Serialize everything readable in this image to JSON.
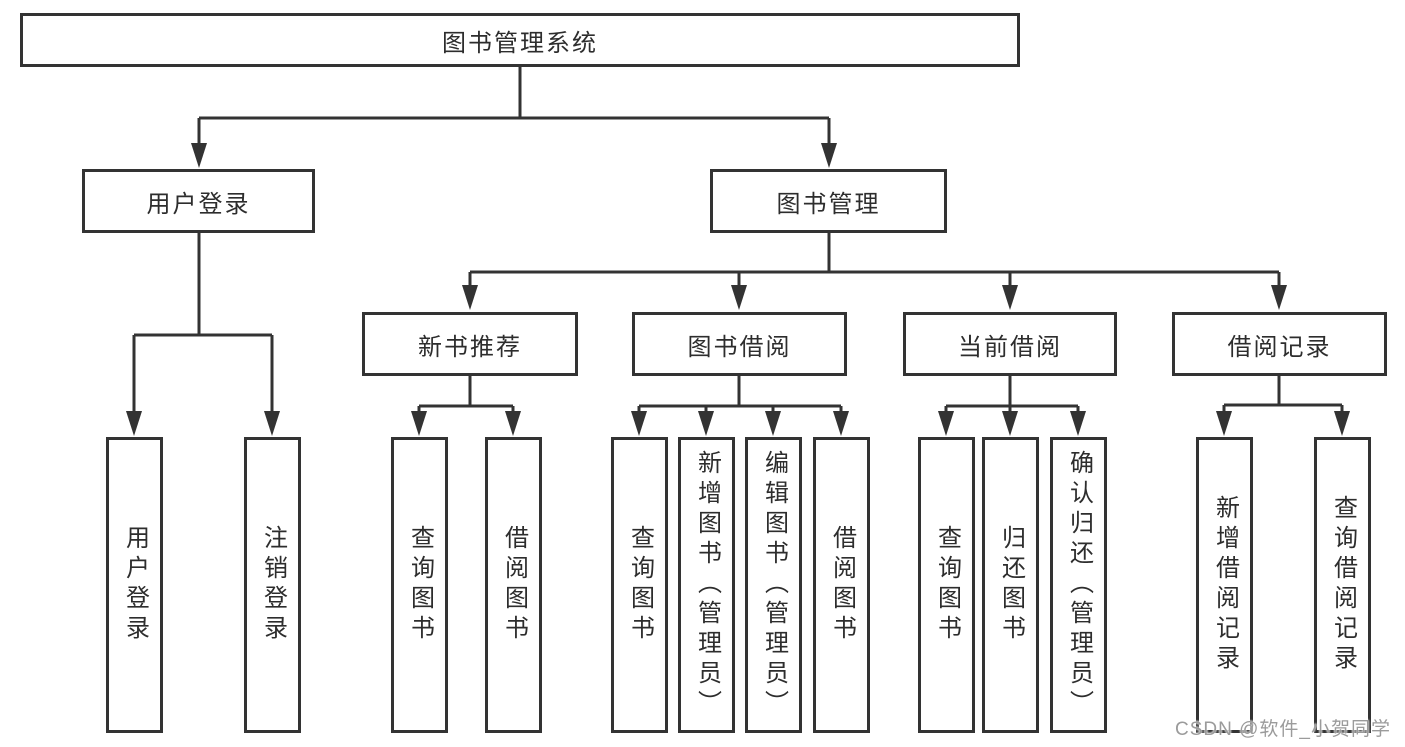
{
  "diagram_title": "图书管理系统",
  "watermark": "CSDN @软件_小贺同学",
  "colors": {
    "line": "#333333",
    "box_border": "#333333",
    "text": "#2d2d2d",
    "watermark_text": "#9b9b9b",
    "background": "#ffffff"
  },
  "tree": {
    "root": {
      "label": "图书管理系统",
      "children": [
        {
          "label": "用户登录",
          "children": [
            {
              "label": "用户登录"
            },
            {
              "label": "注销登录"
            }
          ]
        },
        {
          "label": "图书管理",
          "children": [
            {
              "label": "新书推荐",
              "children": [
                {
                  "label": "查询图书"
                },
                {
                  "label": "借阅图书"
                }
              ]
            },
            {
              "label": "图书借阅",
              "children": [
                {
                  "label": "查询图书"
                },
                {
                  "label": "新增图书（管理员）"
                },
                {
                  "label": "编辑图书（管理员）"
                },
                {
                  "label": "借阅图书"
                }
              ]
            },
            {
              "label": "当前借阅",
              "children": [
                {
                  "label": "查询图书"
                },
                {
                  "label": "归还图书"
                },
                {
                  "label": "确认归还（管理员）"
                }
              ]
            },
            {
              "label": "借阅记录",
              "children": [
                {
                  "label": "新增借阅记录"
                },
                {
                  "label": "查询借阅记录"
                }
              ]
            }
          ]
        }
      ]
    }
  }
}
